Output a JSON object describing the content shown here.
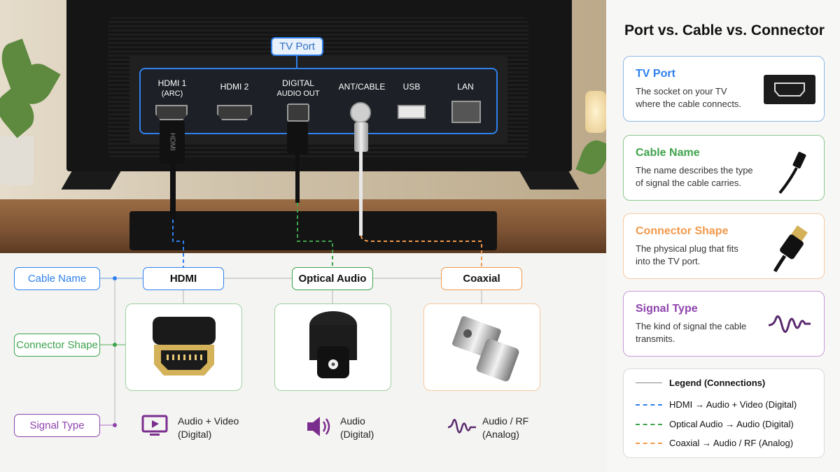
{
  "photo": {
    "tv_port_tag": "TV Port",
    "ports": [
      {
        "label_line1": "HDMI 1",
        "label_line2": "(ARC)"
      },
      {
        "label_line1": "HDMI 2",
        "label_line2": ""
      },
      {
        "label_line1": "DIGITAL",
        "label_line2": "AUDIO OUT"
      },
      {
        "label_line1": "ANT/CABLE",
        "label_line2": ""
      },
      {
        "label_line1": "USB",
        "label_line2": ""
      },
      {
        "label_line1": "LAN",
        "label_line2": ""
      }
    ],
    "hdmi_plug_text": "HDMI"
  },
  "rows": {
    "cable_name": "Cable Name",
    "connector_shape": "Connector Shape",
    "signal_type": "Signal Type"
  },
  "cables": [
    {
      "name": "HDMI",
      "signal_line1": "Audio + Video",
      "signal_line2": "(Digital)",
      "color": "#2f80ed",
      "signal_icon": "monitor-play-icon"
    },
    {
      "name": "Optical Audio",
      "signal_line1": "Audio",
      "signal_line2": "(Digital)",
      "color": "#3fa34d",
      "signal_icon": "speaker-icon"
    },
    {
      "name": "Coaxial",
      "signal_line1": "Audio / RF",
      "signal_line2": "(Analog)",
      "color": "#f2994a",
      "signal_icon": "wave-icon"
    }
  ],
  "panel": {
    "title": "Port vs. Cable vs. Connector",
    "cards": [
      {
        "title": "TV Port",
        "desc_line1": "The socket on your TV",
        "desc_line2": "where the cable connects.",
        "color": "#2f80ed",
        "icon": "hdmi-port-icon"
      },
      {
        "title": "Cable Name",
        "desc_line1": "The name describes the type",
        "desc_line2": "of signal the cable carries.",
        "color": "#3fa34d",
        "icon": "cable-icon"
      },
      {
        "title": "Connector Shape",
        "desc_line1": "The physical plug that fits",
        "desc_line2": "into the TV port.",
        "color": "#f2994a",
        "icon": "connector-plug-icon"
      },
      {
        "title": "Signal Type",
        "desc_line1": "The kind of signal the cable",
        "desc_line2": "transmits.",
        "color": "#8e44ad",
        "icon": "wave-icon"
      }
    ],
    "legend": {
      "title": "Legend (Connections)",
      "items": [
        {
          "text": "HDMI → Audio + Video (Digital)",
          "color": "#2f80ed"
        },
        {
          "text": "Optical Audio → Audio (Digital)",
          "color": "#3fa34d"
        },
        {
          "text": "Coaxial → Audio / RF (Analog)",
          "color": "#f2994a"
        }
      ]
    }
  }
}
